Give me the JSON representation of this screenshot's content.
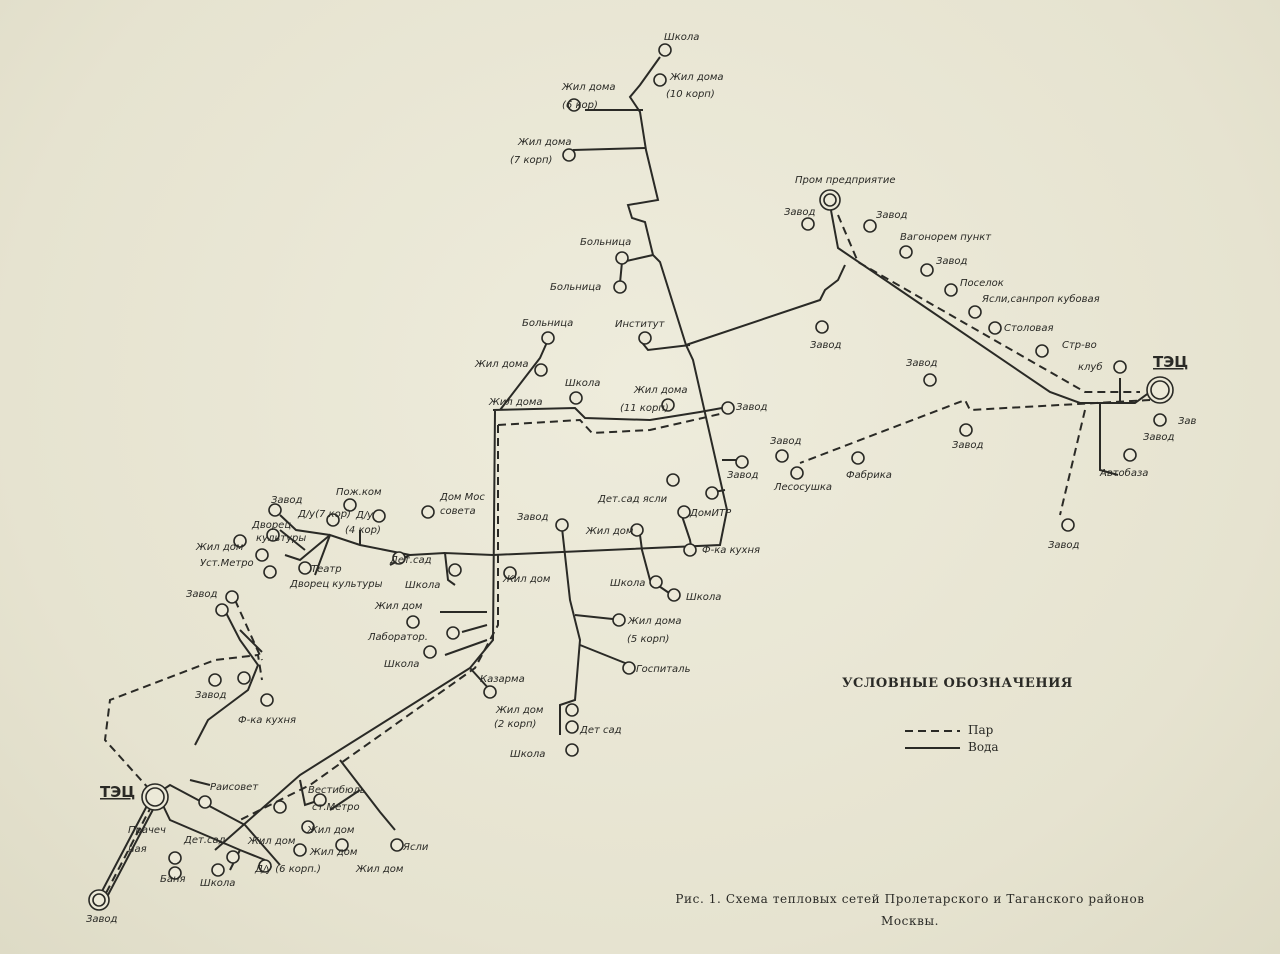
{
  "labels": [
    "Школа",
    "Жил дома",
    "(10 корп)",
    "Жил дома",
    "(6 кор)",
    "Жил дома",
    "(7 корп)",
    "Пром предприятие",
    "Завод",
    "Завод",
    "Вагонорем пункт",
    "Завод",
    "Поселок",
    "Ясли,санпроп кубовая",
    "Столовая",
    "Стр-во",
    "клуб",
    "ТЭЦ",
    "Зав",
    "Завод",
    "Автобаза",
    "Завод",
    "Завод",
    "Завод",
    "Фабрика",
    "Завод",
    "Лесосушка",
    "Завод",
    "Больница",
    "Больница",
    "Больница",
    "Институт",
    "Жил дома",
    "Школа",
    "Жил дома",
    "Жил дома",
    "(11 корп)",
    "Завод",
    "Завод",
    "Дет.сад ясли",
    "ДомИТР",
    "Завод",
    "Жил дом",
    "Ф-ка кухня",
    "Школа",
    "Школа",
    "Жил дом",
    "Жил дома",
    "(5 корп)",
    "Госпиталь",
    "Казарма",
    "Жил дом",
    "(2 корп)",
    "Дет сад",
    "Школа",
    "Жил дом",
    "Лаборатор.",
    "Школа",
    "Завод",
    "Пож.ком",
    "Д/у(7 кор)",
    "Д/у",
    "(4 кор)",
    "Дом Мос",
    "совета",
    "Дет.сад",
    "Школа",
    "Дворец",
    "культуры",
    "Жил дом",
    "Уст.Метро",
    "Театр",
    "Дворец культуры",
    "Завод",
    "Завод",
    "Ф-ка кухня",
    "Раисовет",
    "ТЭЦ",
    "Вестибюль",
    "ст.Метро",
    "Жил дом",
    "Жил дом",
    "Ясли",
    "Жил дом",
    "Дет.сад",
    "Жил дом",
    "Прачеч",
    "ная",
    "Баня",
    "Школа",
    "Д/у (6 корп.)",
    "Завод"
  ],
  "legend": {
    "title": "УСЛОВНЫЕ ОБОЗНАЧЕНИЯ",
    "steam": "Пар",
    "water": "Вода"
  },
  "caption": {
    "line1": "Рис. 1. Схема тепловых сетей Пролетарского и Таганского районов",
    "line2": "Москвы."
  }
}
